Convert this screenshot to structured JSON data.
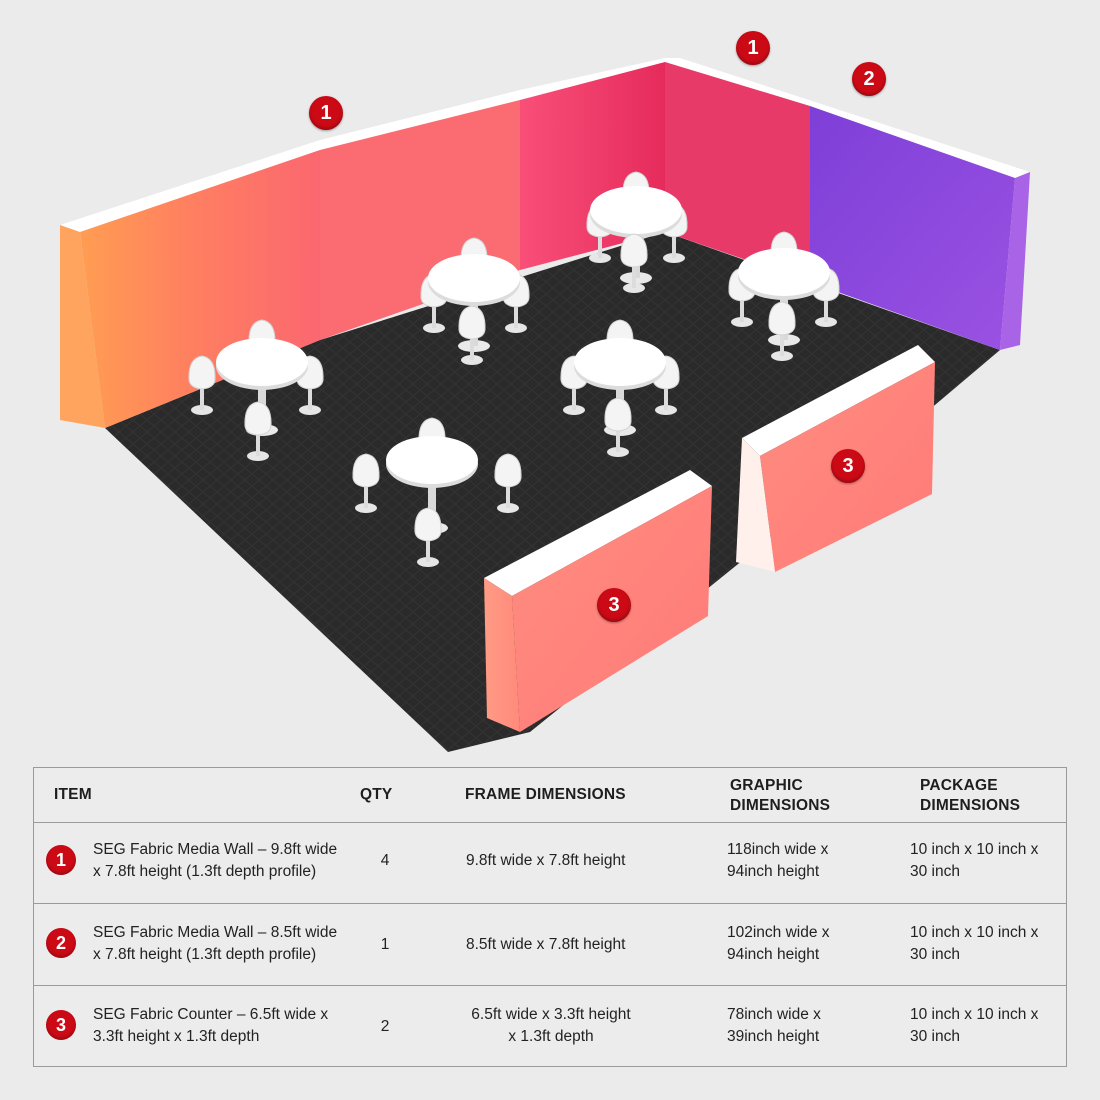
{
  "callouts": {
    "wall_left": "1",
    "wall_back": "1",
    "wall_right": "2",
    "counter_right": "3",
    "counter_front": "3"
  },
  "colors": {
    "accent_red": "#cc0a16",
    "carpet": "#2b2b2b",
    "wall_orange": "#ff9a55",
    "wall_pink": "#f2416f",
    "wall_purple": "#8a44d8",
    "counter_coral": "#ff8a80"
  },
  "table": {
    "headers": {
      "item": "ITEM",
      "qty": "QTY",
      "frame": "FRAME DIMENSIONS",
      "graphic_line1": "GRAPHIC",
      "graphic_line2": "DIMENSIONS",
      "package_line1": "PACKAGE",
      "package_line2": "DIMENSIONS"
    },
    "rows": [
      {
        "badge": "1",
        "item_line1": "SEG Fabric Media Wall – 9.8ft wide",
        "item_line2": "x 7.8ft height (1.3ft depth profile)",
        "qty": "4",
        "frame_line1": "9.8ft wide x 7.8ft height",
        "frame_line2": "",
        "graphic_line1": "118inch wide x",
        "graphic_line2": "94inch height",
        "package_line1": "10 inch x 10 inch x",
        "package_line2": "30 inch"
      },
      {
        "badge": "2",
        "item_line1": "SEG Fabric Media Wall – 8.5ft wide",
        "item_line2": "x 7.8ft height (1.3ft depth profile)",
        "qty": "1",
        "frame_line1": "8.5ft wide x 7.8ft height",
        "frame_line2": "",
        "graphic_line1": "102inch wide x",
        "graphic_line2": "94inch height",
        "package_line1": "10 inch x 10 inch x",
        "package_line2": "30 inch"
      },
      {
        "badge": "3",
        "item_line1": "SEG Fabric Counter – 6.5ft wide x",
        "item_line2": "3.3ft height x 1.3ft depth",
        "qty": "2",
        "frame_line1": "6.5ft wide x 3.3ft height",
        "frame_line2": "x 1.3ft depth",
        "graphic_line1": "78inch wide x",
        "graphic_line2": "39inch height",
        "package_line1": "10 inch x 10 inch x",
        "package_line2": "30 inch"
      }
    ]
  }
}
